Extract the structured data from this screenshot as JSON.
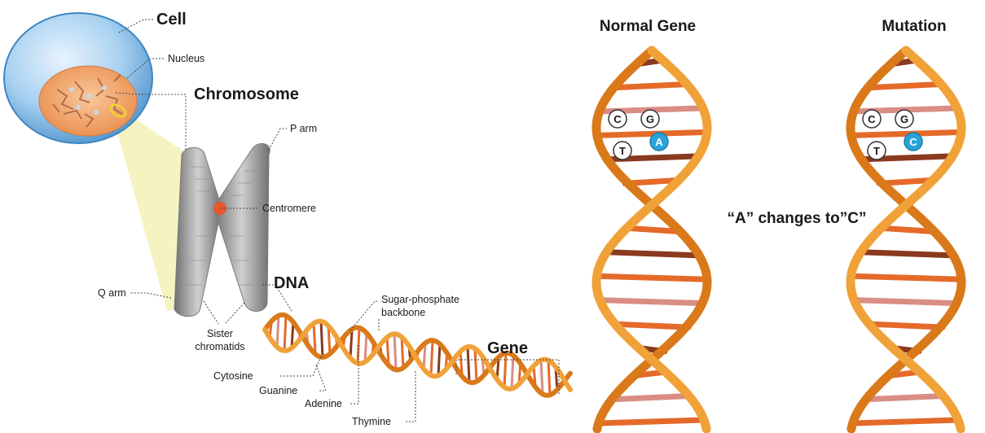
{
  "labels": {
    "cell": "Cell",
    "nucleus": "Nucleus",
    "chromosome": "Chromosome",
    "p_arm": "P arm",
    "centromere": "Centromere",
    "q_arm": "Q arm",
    "sister_line1": "Sister",
    "sister_line2": "chromatids",
    "dna": "DNA",
    "sugar_line1": "Sugar-phosphate",
    "sugar_line2": "backbone",
    "gene": "Gene",
    "cytosine": "Cytosine",
    "guanine": "Guanine",
    "adenine": "Adenine",
    "thymine": "Thymine"
  },
  "panels": {
    "normal_title": "Normal Gene",
    "mutation_title": "Mutation",
    "change_caption": "“A” changes to”C”"
  },
  "bases": {
    "normal": {
      "top_left": "C",
      "top_right": "G",
      "bottom_left": "T",
      "bottom_right": "A"
    },
    "mutation": {
      "top_left": "C",
      "top_right": "G",
      "bottom_left": "T",
      "bottom_right": "C"
    }
  },
  "colors": {
    "backbone": "#f0a238",
    "backbone_dark": "#d9791a",
    "rung_dark": "#8a3a1f",
    "rung_orange": "#e56a2a",
    "rung_pink": "#d98d84",
    "highlight_base": "#2aa4d8",
    "cell_blue": "#8fc4ea",
    "nucleus": "#f0a46c",
    "chromosome": "#a8a8a8",
    "centromere": "#e8562a",
    "beam": "#f3f1b4"
  }
}
